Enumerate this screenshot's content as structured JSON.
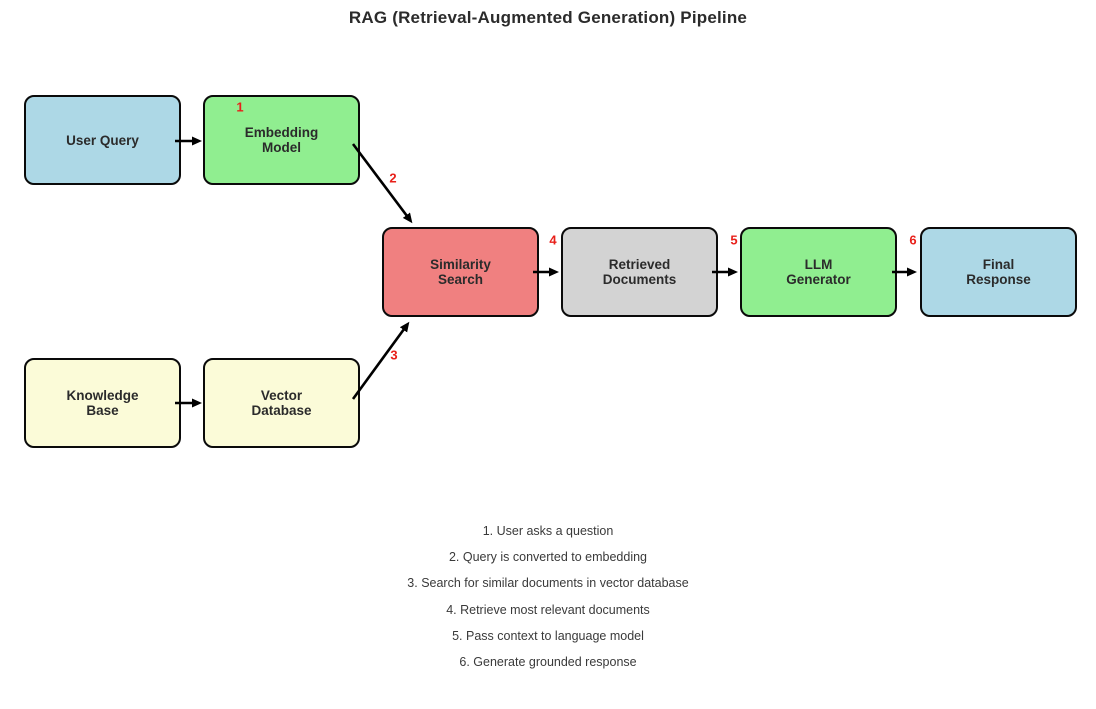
{
  "title": "RAG (Retrieval-Augmented Generation) Pipeline",
  "nodes": {
    "user_query": {
      "label": "User Query",
      "fill": "#ADD8E6"
    },
    "embedding_model": {
      "label": "Embedding\nModel",
      "fill": "#90EE90"
    },
    "similarity_search": {
      "label": "Similarity\nSearch",
      "fill": "#F08080"
    },
    "retrieved_documents": {
      "label": "Retrieved\nDocuments",
      "fill": "#D3D3D3"
    },
    "llm_generator": {
      "label": "LLM\nGenerator",
      "fill": "#90EE90"
    },
    "final_response": {
      "label": "Final\nResponse",
      "fill": "#ADD8E6"
    },
    "knowledge_base": {
      "label": "Knowledge\nBase",
      "fill": "#FBFBD8"
    },
    "vector_database": {
      "label": "Vector\nDatabase",
      "fill": "#FBFBD8"
    }
  },
  "flow_markers": {
    "step1": "1",
    "step2": "2",
    "step3": "3",
    "step4": "4",
    "step5": "5",
    "step6": "6"
  },
  "legend": {
    "steps": [
      "1. User asks a question",
      "2. Query is converted to embedding",
      "3. Search for similar documents in vector database",
      "4. Retrieve most relevant documents",
      "5. Pass context to language model",
      "6. Generate grounded response"
    ]
  },
  "colors": {
    "background": "#FFFFFF",
    "node_border": "#0A0A0A",
    "node_text": "#2B2B2B",
    "arrow": "#000000",
    "step_marker_red": "#E8201A",
    "legend_text": "#3A3A3A"
  }
}
